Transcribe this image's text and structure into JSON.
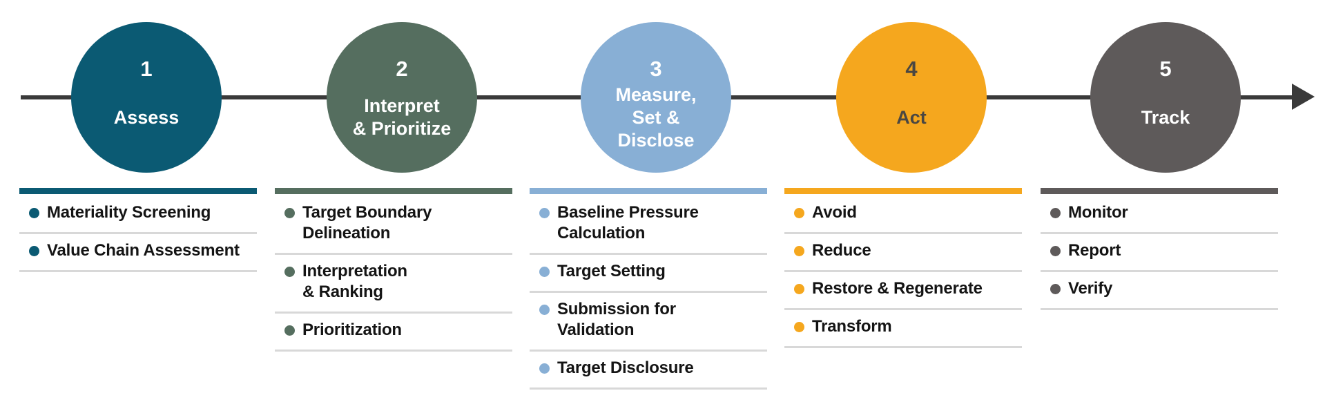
{
  "timeline": {
    "line_color": "#3a3a3a",
    "arrow_direction": "right",
    "divider_color": "#d8d8d8"
  },
  "stages": [
    {
      "number": "1",
      "name": "Assess",
      "color": "#0b5a73",
      "text_color": "#ffffff",
      "items": [
        "Materiality Screening",
        "Value Chain Assessment"
      ]
    },
    {
      "number": "2",
      "name": "Interpret\n& Prioritize",
      "color": "#556e5f",
      "text_color": "#ffffff",
      "items": [
        "Target Boundary\nDelineation",
        "Interpretation\n& Ranking",
        "Prioritization"
      ]
    },
    {
      "number": "3",
      "name": "Measure,\nSet &\nDisclose",
      "color": "#88afd5",
      "text_color": "#ffffff",
      "items": [
        "Baseline Pressure\nCalculation",
        "Target Setting",
        "Submission for\nValidation",
        "Target Disclosure"
      ]
    },
    {
      "number": "4",
      "name": "Act",
      "color": "#f5a71e",
      "text_color": "#4a4742",
      "items": [
        "Avoid",
        "Reduce",
        "Restore & Regenerate",
        "Transform"
      ]
    },
    {
      "number": "5",
      "name": "Track",
      "color": "#5e5a5a",
      "text_color": "#ffffff",
      "items": [
        "Monitor",
        "Report",
        "Verify"
      ]
    }
  ]
}
